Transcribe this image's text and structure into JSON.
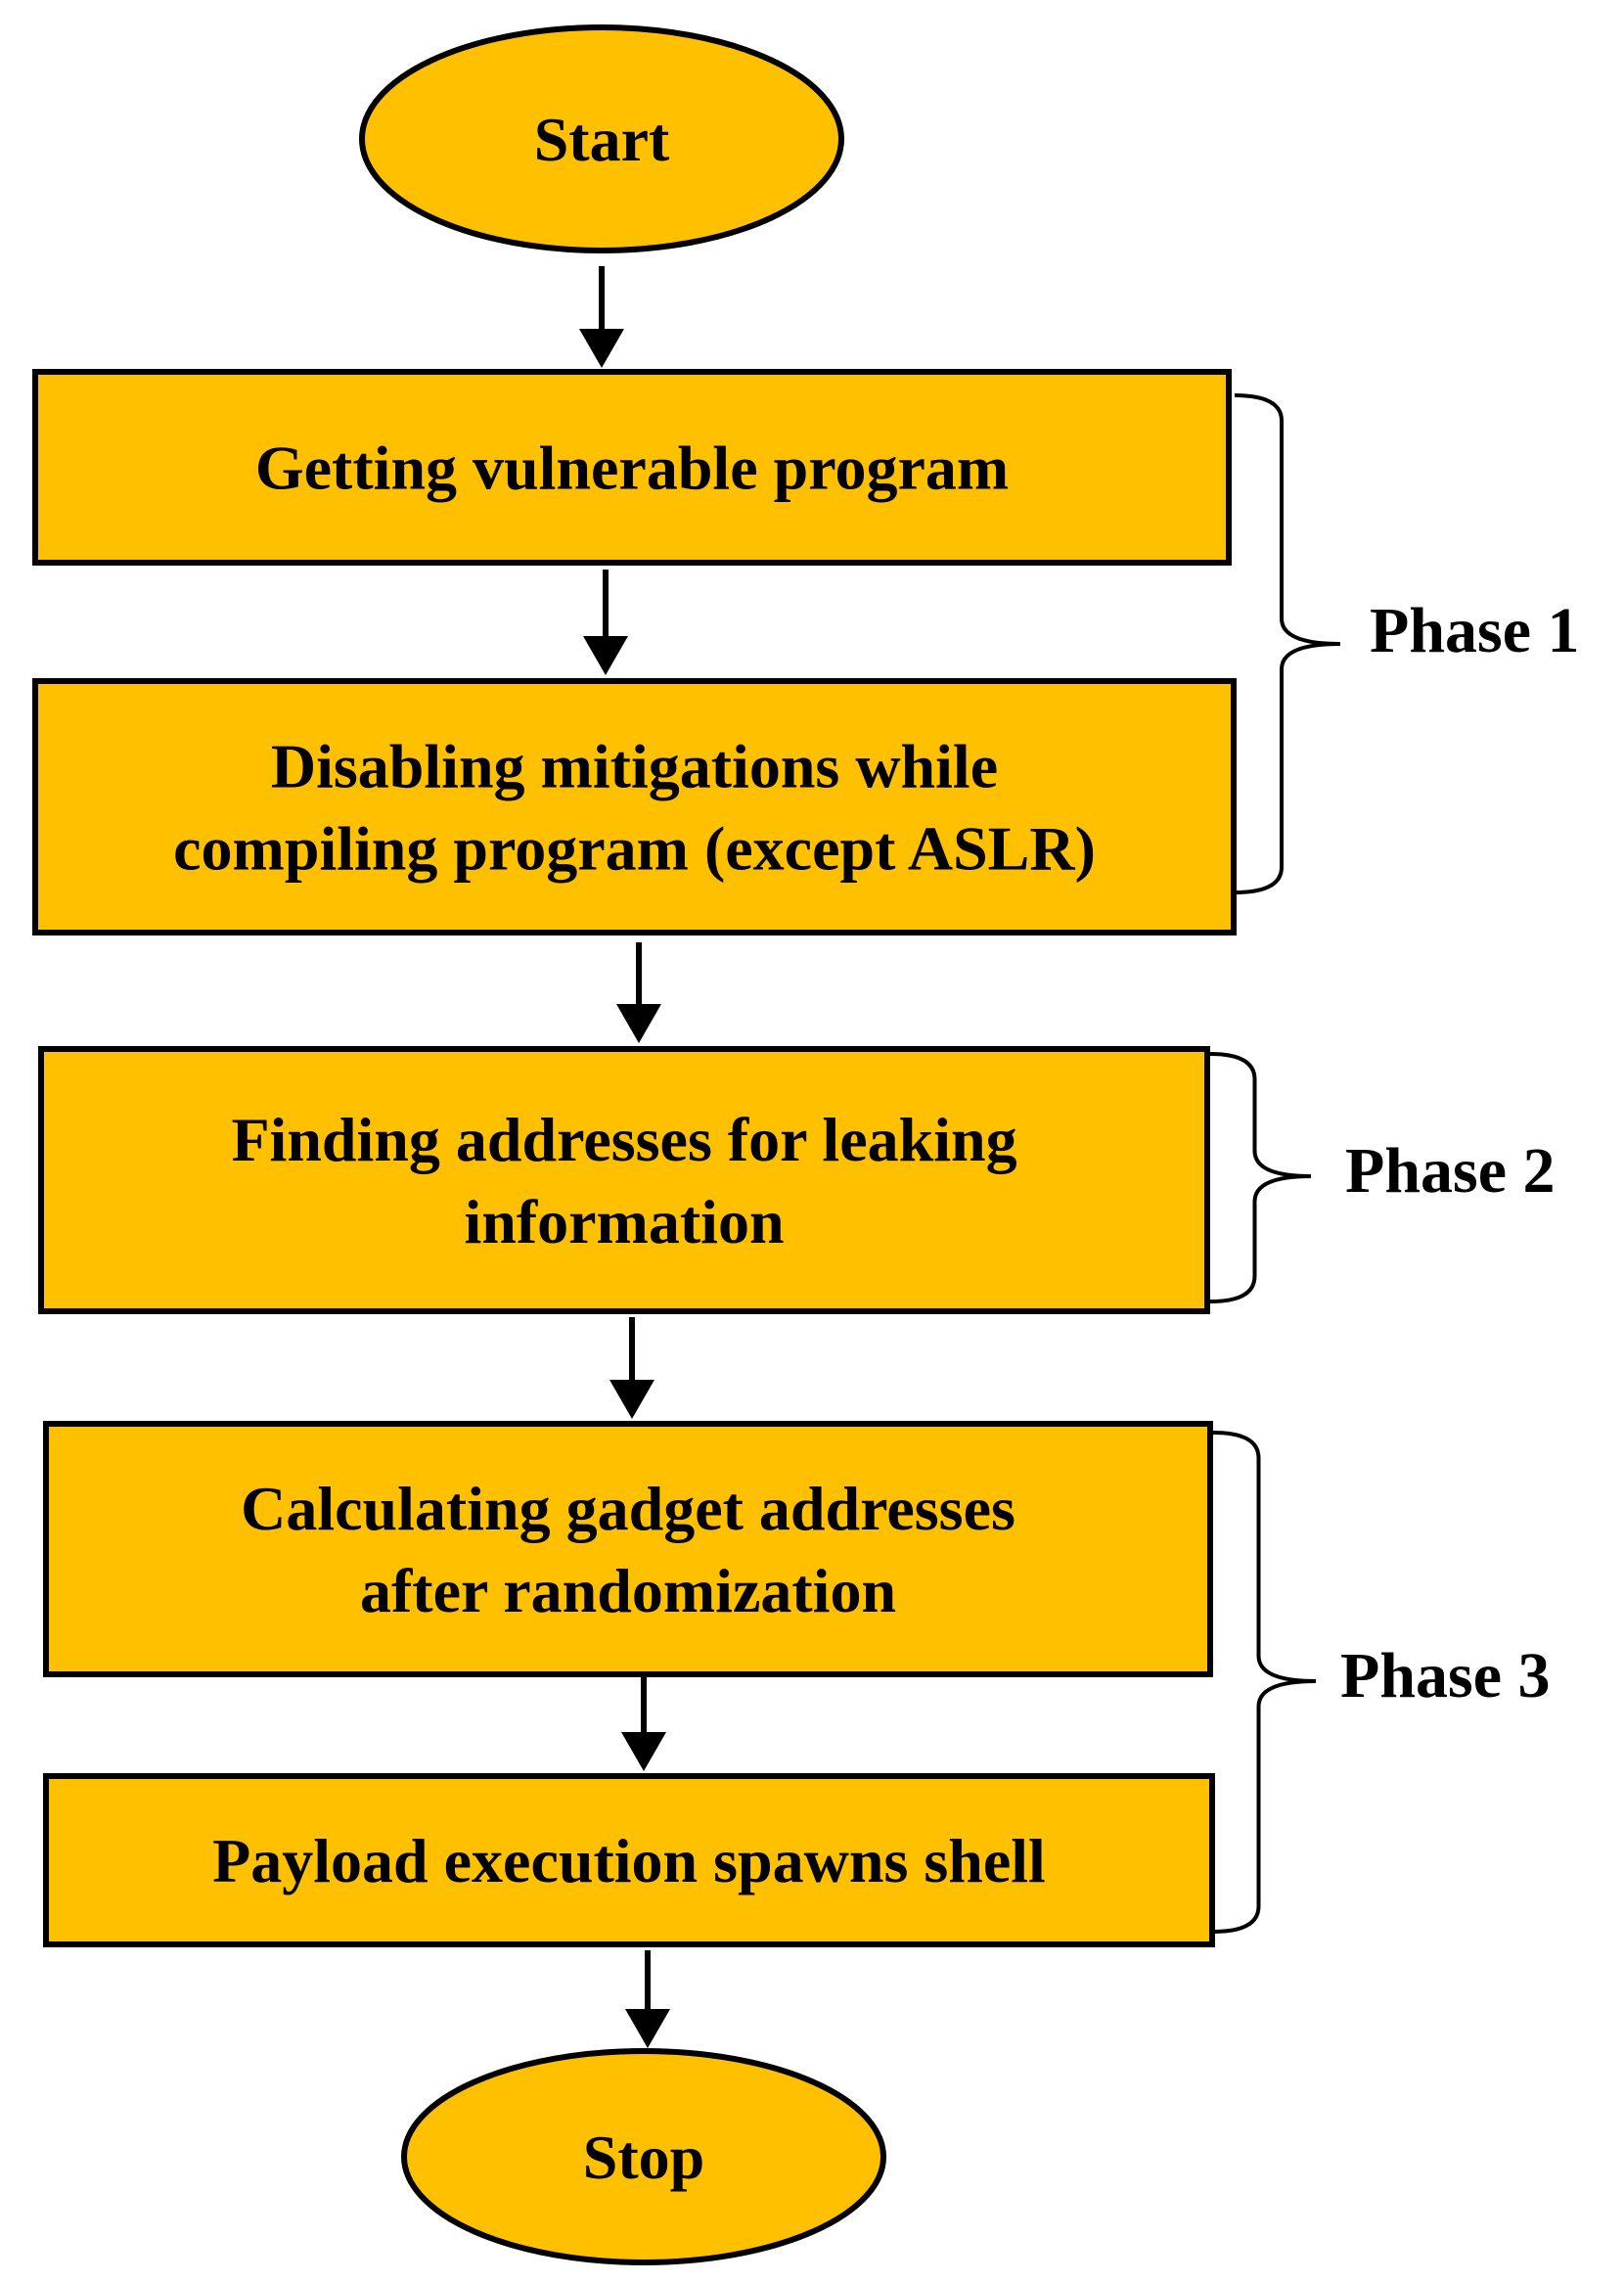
{
  "diagram": {
    "nodes": [
      {
        "id": "start",
        "shape": "ellipse",
        "lines": [
          "Start"
        ]
      },
      {
        "id": "getting",
        "shape": "rect",
        "lines": [
          "Getting vulnerable program"
        ]
      },
      {
        "id": "disabling",
        "shape": "rect",
        "lines": [
          "Disabling mitigations while",
          "compiling program (except ASLR)"
        ]
      },
      {
        "id": "finding",
        "shape": "rect",
        "lines": [
          "Finding addresses for leaking",
          "information"
        ]
      },
      {
        "id": "calculating",
        "shape": "rect",
        "lines": [
          "Calculating gadget addresses",
          "after randomization"
        ]
      },
      {
        "id": "payload",
        "shape": "rect",
        "lines": [
          "Payload execution spawns shell"
        ]
      },
      {
        "id": "stop",
        "shape": "ellipse",
        "lines": [
          "Stop"
        ]
      }
    ],
    "edges": [
      {
        "from": "start",
        "to": "getting"
      },
      {
        "from": "getting",
        "to": "disabling"
      },
      {
        "from": "disabling",
        "to": "finding"
      },
      {
        "from": "finding",
        "to": "calculating"
      },
      {
        "from": "calculating",
        "to": "payload"
      },
      {
        "from": "payload",
        "to": "stop"
      }
    ],
    "phases": [
      {
        "id": "phase-1",
        "label": "Phase 1",
        "covers": [
          "getting",
          "disabling"
        ]
      },
      {
        "id": "phase-2",
        "label": "Phase 2",
        "covers": [
          "finding"
        ]
      },
      {
        "id": "phase-3",
        "label": "Phase 3",
        "covers": [
          "calculating",
          "payload"
        ]
      }
    ],
    "colors": {
      "node_fill": "#FFC000",
      "stroke": "#000000",
      "text": "#000000",
      "background": "#FFFFFF"
    }
  }
}
